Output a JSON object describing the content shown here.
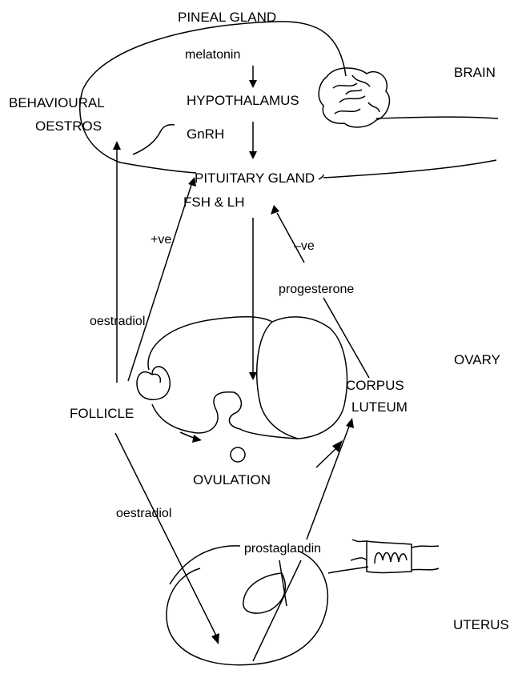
{
  "regions": {
    "brain": "BRAIN",
    "ovary": "OVARY",
    "uterus": "UTERUS"
  },
  "labels": {
    "pineal_gland": "PINEAL GLAND",
    "melatonin": "melatonin",
    "hypothalamus": "HYPOTHALAMUS",
    "behavioural_1": "BEHAVIOURAL",
    "behavioural_2": "OESTROS",
    "gnrh": "GnRH",
    "pituitary_gland": "PITUITARY GLAND",
    "fsh_lh": "FSH & LH",
    "positive_feedback": "+ve",
    "negative_feedback": "–ve",
    "progesterone": "progesterone",
    "oestradiol_upper": "oestradiol",
    "follicle": "FOLLICLE",
    "corpus_luteum_1": "CORPUS",
    "corpus_luteum_2": "LUTEUM",
    "ovulation": "OVULATION",
    "oestradiol_lower": "oestradiol",
    "prostaglandin": "prostaglandin"
  }
}
